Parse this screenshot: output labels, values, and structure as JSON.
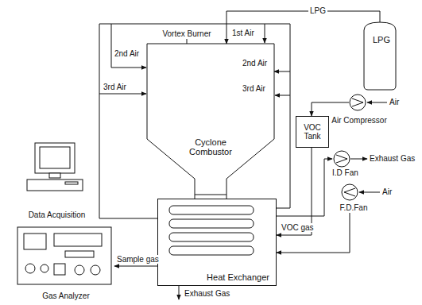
{
  "diagram": {
    "nodes": [
      {
        "text": [
          "LPG"
        ]
      },
      {
        "text": [
          "Cyclone Combustor"
        ]
      },
      {
        "text": [
          "Heat Exchanger"
        ]
      },
      {
        "text": [
          "Air Compressor"
        ]
      },
      {
        "text": [
          "VOC Tank"
        ]
      },
      {
        "text": [
          "I.D Fan"
        ]
      },
      {
        "text": [
          "F.D.Fan"
        ]
      },
      {
        "text": [
          "Data Acquisition"
        ]
      },
      {
        "text": [
          "Gas Analyzer"
        ]
      }
    ],
    "edges": [
      {
        "from": 0,
        "to": 1,
        "label": "LPG",
        "arrow": "to"
      },
      {
        "from": 3,
        "to": 4,
        "arrow": "to"
      },
      {
        "from": 4,
        "to": 2,
        "label": "VOC gas",
        "arrow": "to"
      },
      {
        "from": 6,
        "to": 2,
        "arrow": "to"
      },
      {
        "from": 2,
        "to": 5,
        "arrow": "to"
      },
      {
        "from": 2,
        "to": 8,
        "label": "Sample gas",
        "arrow": "to"
      },
      {
        "from": 2,
        "to": 1,
        "arrow": "to"
      }
    ],
    "labels": [
      "Vortex Burner",
      "1st Air",
      "2nd Air",
      "2nd Air",
      "3rd Air",
      "3rd Air",
      "Air",
      "Air",
      "Exhaust Gas",
      "Exhaust Gas"
    ]
  }
}
